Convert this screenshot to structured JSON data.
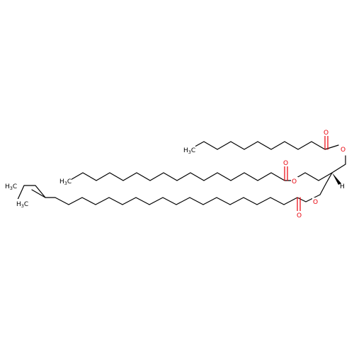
{
  "molecule": {
    "atoms": {
      "oxygen": "O",
      "hydrogen": "H",
      "methyl_head": "H",
      "methyl_c": "C",
      "methyl_sub": "3"
    },
    "colors": {
      "bond": "#000000",
      "oxygen": "#e8000a",
      "background": "#ffffff"
    }
  }
}
